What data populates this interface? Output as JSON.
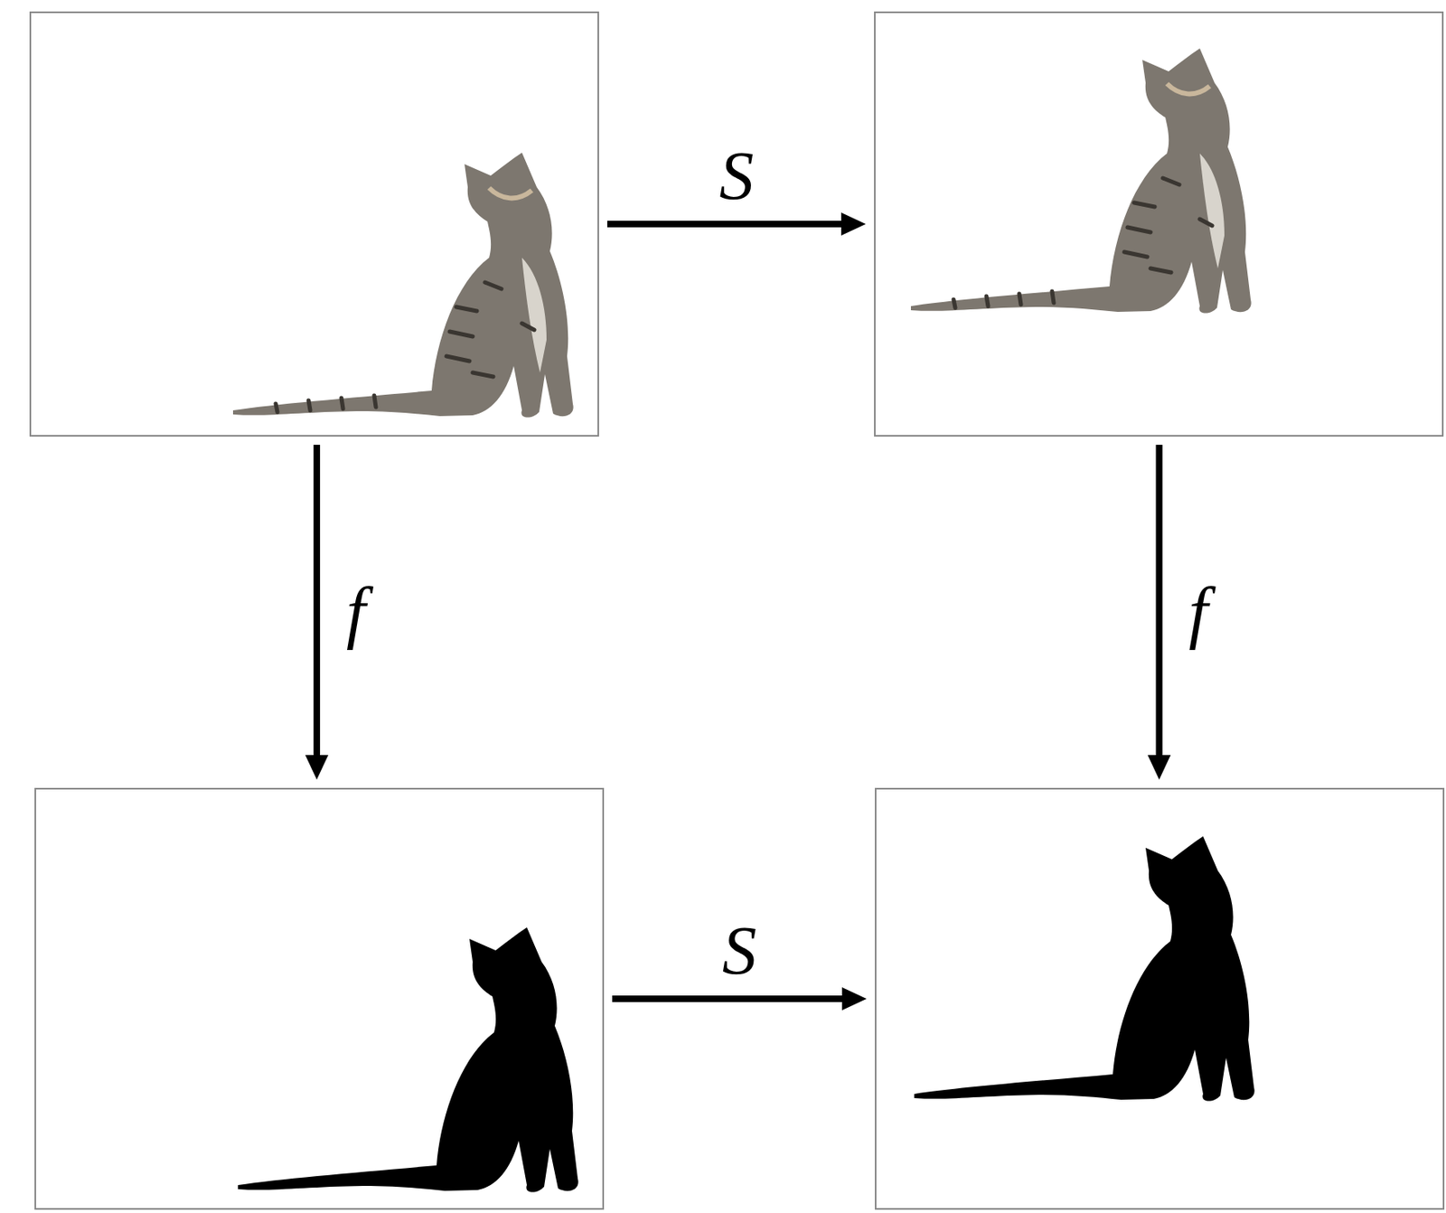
{
  "diagram": {
    "nodes": [
      {
        "text": []
      },
      {
        "text": []
      },
      {
        "text": []
      },
      {
        "text": []
      }
    ],
    "edges": [
      {
        "from": 0,
        "to": 1,
        "arrow": "to",
        "label": "S"
      },
      {
        "from": 0,
        "to": 2,
        "arrow": "to",
        "label": "f"
      },
      {
        "from": 1,
        "to": 3,
        "arrow": "to",
        "label": "f"
      },
      {
        "from": 2,
        "to": 3,
        "arrow": "to",
        "label": "S"
      }
    ]
  }
}
